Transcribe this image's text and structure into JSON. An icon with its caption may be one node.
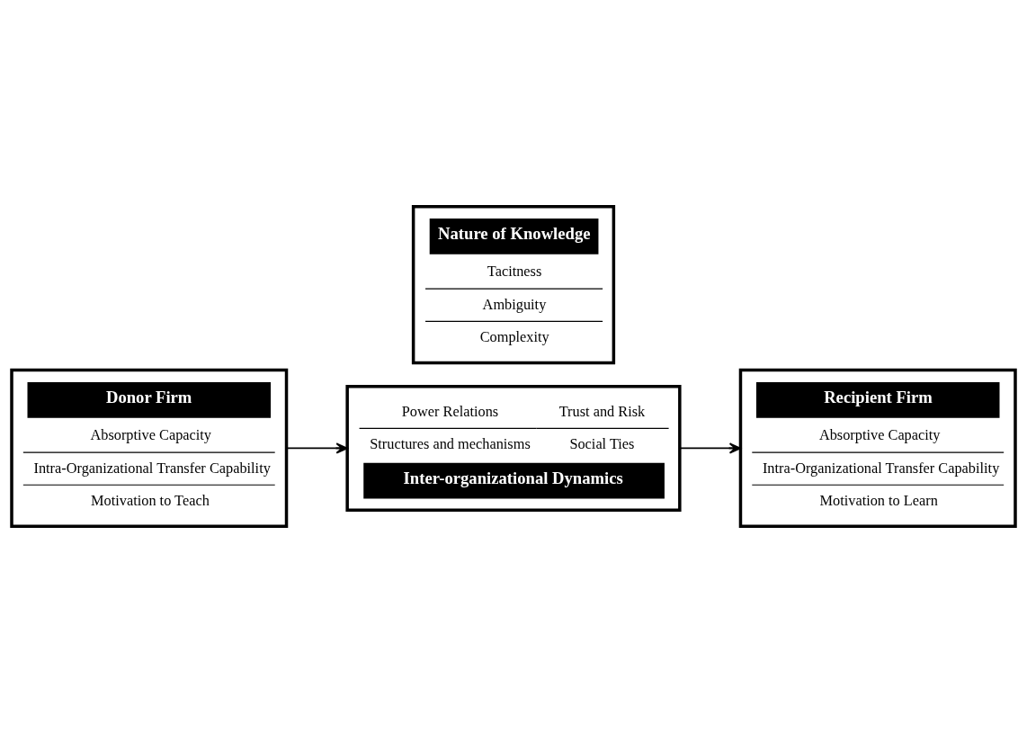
{
  "diagram": {
    "nodes": [
      {
        "text": [
          "Donor Firm",
          "Absorptive Capacity",
          "Intra-Organizational Transfer Capability",
          "Motivation to Teach"
        ]
      },
      {
        "text": [
          "Nature of Knowledge",
          "Tacitness",
          "Ambiguity",
          "Complexity"
        ]
      },
      {
        "text": [
          "Power Relations",
          "Trust and Risk",
          "Structures and mechanisms",
          "Social Ties",
          "Inter-organizational Dynamics"
        ]
      },
      {
        "text": [
          "Recipient Firm",
          "Absorptive Capacity",
          "Intra-Organizational Transfer Capability",
          "Motivation to Learn"
        ]
      }
    ],
    "edges": [
      {
        "from": 0,
        "to": 2,
        "arrow": "to"
      },
      {
        "from": 2,
        "to": 3,
        "arrow": "to"
      }
    ]
  }
}
